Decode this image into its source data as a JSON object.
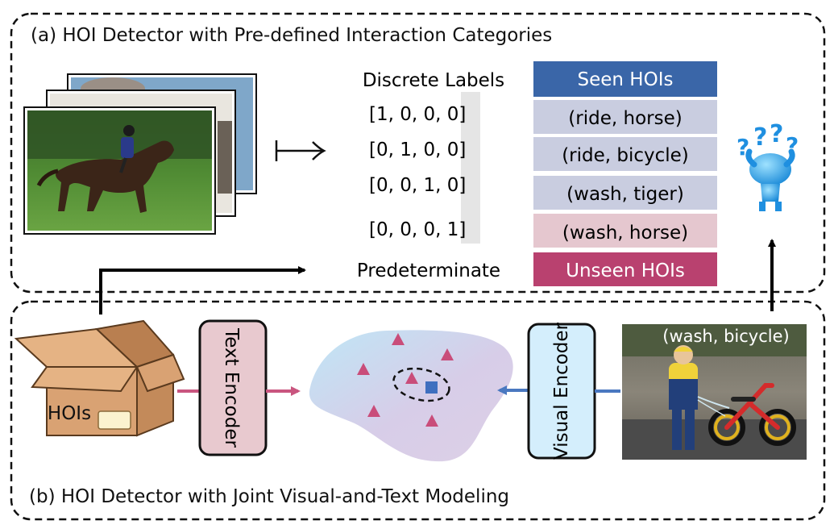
{
  "panel_a": {
    "title": "(a) HOI Detector with Pre-defined Interaction Categories",
    "discrete_labels_heading": "Discrete Labels",
    "label_vectors": [
      "[1, 0, 0, 0]",
      "[0, 1, 0, 0]",
      "[0, 0, 1, 0]",
      "[0, 0, 0, 1]"
    ],
    "predeterminate_label": "Predeterminate",
    "seen_header": "Seen HOIs",
    "hoi_pairs": [
      "(ride, horse)",
      "(ride, bicycle)",
      "(wash, tiger)",
      "(wash, horse)"
    ],
    "unseen_header": "Unseen HOIs"
  },
  "panel_b": {
    "title": "(b) HOI Detector with Joint Visual-and-Text Modeling",
    "box_label": "HOIs",
    "text_encoder_label": "Text Encoder",
    "visual_encoder_label": "Visual Encoder",
    "photo_caption": "(wash, bicycle)"
  },
  "icons": [
    "box-icon",
    "question-figure-icon",
    "arrow-icon"
  ],
  "colors": {
    "seen_header": "#3a66a8",
    "unseen_header": "#b9416f",
    "seen_pair": "#c9cde0",
    "unseen_pair": "#e5c7cf",
    "text_encoder": "#e8c9cf",
    "visual_encoder": "#d4eefc",
    "triangle": "#c94d7a",
    "square": "#3f6fbf",
    "text_arrow": "#c9557f",
    "visual_arrow": "#4a78c0"
  }
}
